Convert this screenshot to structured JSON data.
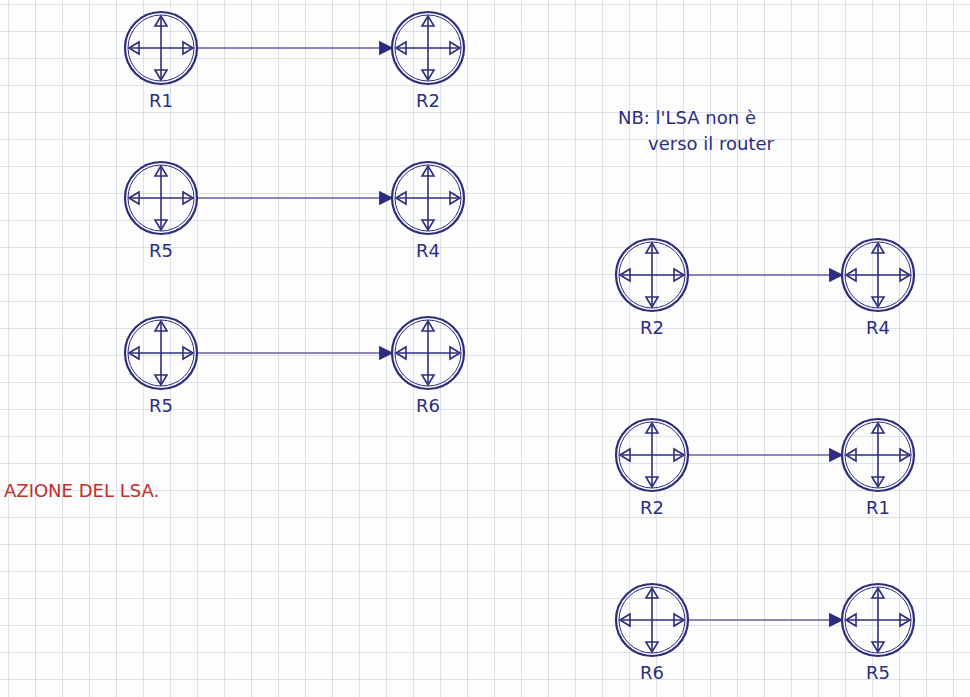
{
  "diagram": {
    "nodes": [
      {
        "text": [
          "R1"
        ]
      },
      {
        "text": [
          "R2"
        ]
      },
      {
        "text": [
          "R5"
        ]
      },
      {
        "text": [
          "R4"
        ]
      },
      {
        "text": [
          "R2"
        ]
      },
      {
        "text": [
          "R4"
        ]
      },
      {
        "text": [
          "R5"
        ]
      },
      {
        "text": [
          "R6"
        ]
      },
      {
        "text": [
          "R2"
        ]
      },
      {
        "text": [
          "R1"
        ]
      },
      {
        "text": [
          "R6"
        ]
      },
      {
        "text": [
          "R5"
        ]
      }
    ],
    "edges": [
      {
        "from": 0,
        "to": 1,
        "arrow": "to"
      },
      {
        "from": 2,
        "to": 3,
        "arrow": "to"
      },
      {
        "from": 4,
        "to": 5,
        "arrow": "to"
      },
      {
        "from": 6,
        "to": 7,
        "arrow": "to"
      },
      {
        "from": 8,
        "to": 9,
        "arrow": "to"
      },
      {
        "from": 10,
        "to": 11,
        "arrow": "to"
      }
    ],
    "labels": [
      "NB: l'LSA non è",
      "verso il router",
      "AZIONE DEL LSA."
    ]
  }
}
